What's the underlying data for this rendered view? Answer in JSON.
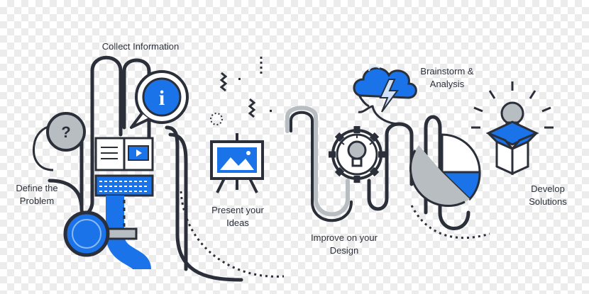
{
  "steps": {
    "define": {
      "line1": "Define the",
      "line2": "Problem"
    },
    "collect": {
      "line1": "Collect Information"
    },
    "present": {
      "line1": "Present your",
      "line2": "Ideas"
    },
    "improve": {
      "line1": "Improve on your",
      "line2": "Design"
    },
    "brainstorm": {
      "line1": "Brainstorm &",
      "line2": "Analysis"
    },
    "develop": {
      "line1": "Develop",
      "line2": "Solutions"
    }
  },
  "icons": {
    "question_glyph": "?",
    "info_glyph": "i"
  },
  "colors": {
    "line": "#2b2f3a",
    "blue": "#1a73e8",
    "light_blue": "#cfe2fb",
    "gray": "#b8bdc2",
    "gray_dark": "#8e959c"
  }
}
